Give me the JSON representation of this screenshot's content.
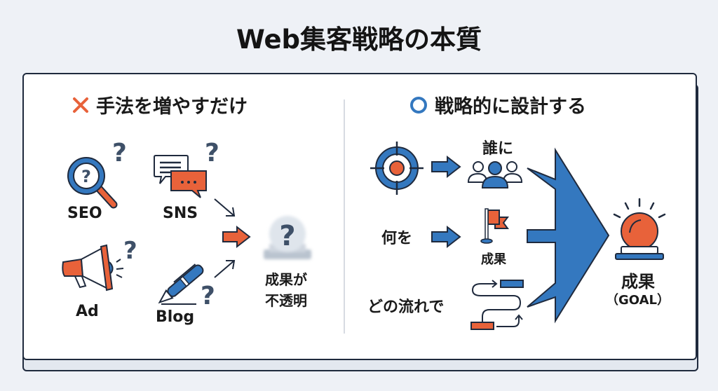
{
  "title": "Web集客戦略の本質",
  "colors": {
    "blue": "#3478bf",
    "orange": "#e8623a",
    "dark": "#1f2a3d",
    "question": "#3e5068",
    "background": "#eef1f6"
  },
  "left_panel": {
    "marker_icon": "cross-icon",
    "heading": "手法を増やすだけ",
    "channels": [
      {
        "label": "SEO",
        "icon": "magnifier-question-icon"
      },
      {
        "label": "SNS",
        "icon": "chat-bubbles-icon"
      },
      {
        "label": "Ad",
        "icon": "megaphone-icon"
      },
      {
        "label": "Blog",
        "icon": "pen-icon"
      }
    ],
    "question_mark": "?",
    "result": {
      "icon": "blurred-question-icon",
      "line1": "成果が",
      "line2": "不透明"
    }
  },
  "right_panel": {
    "marker_icon": "circle-icon",
    "heading": "戦略的に設計する",
    "rows": [
      {
        "label": "誰に",
        "source_icon": "target-icon",
        "target_icon": "people-icon"
      },
      {
        "label": "何を",
        "target_icon": "flag-icon",
        "target_label": "成果"
      },
      {
        "label": "どの流れで",
        "target_icon": "flow-path-icon"
      }
    ],
    "goal": {
      "icon": "alarm-light-icon",
      "label": "成果",
      "sublabel": "（GOAL）"
    }
  }
}
